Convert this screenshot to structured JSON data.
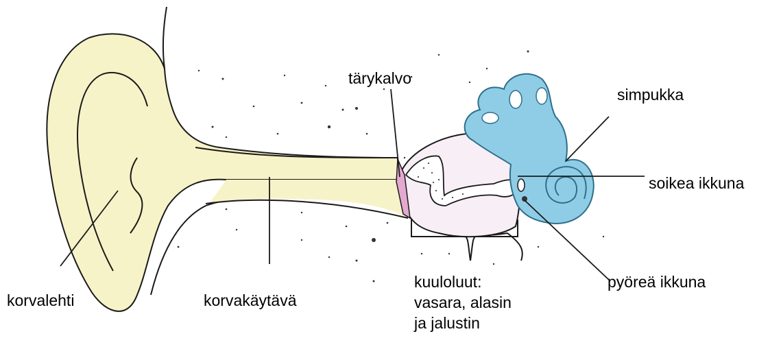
{
  "labels": {
    "tarykalvo": "tärykalvo",
    "simpukka": "simpukka",
    "soikea_ikkuna": "soikea ikkuna",
    "korvalehti": "korvalehti",
    "korvakaytava": "korvakäytävä",
    "kuuloluut_line1": "kuuloluut:",
    "kuuloluut_line2": "vasara, alasin",
    "kuuloluut_line3": "ja jalustin",
    "pyorea_ikkuna": "pyöreä ikkuna"
  },
  "colors": {
    "outer_ear_fill": "#f7f3c8",
    "inner_ear_fill": "#8fcde6",
    "inner_ear_stroke": "#2e6f8c",
    "eardrum_fill": "#e3a9d0",
    "ink": "#1a1a1a"
  }
}
